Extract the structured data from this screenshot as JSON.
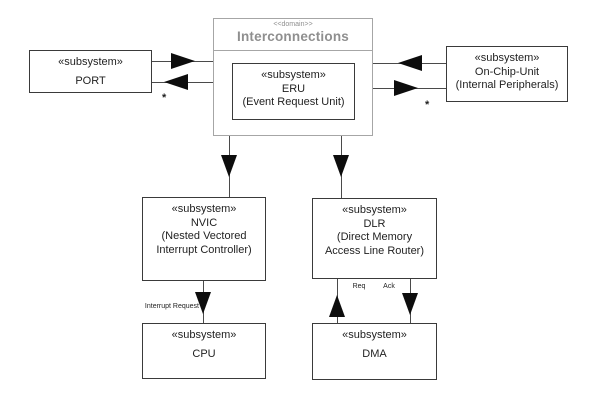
{
  "domain": {
    "stereotype": "<<domain>>",
    "title": "Interconnections"
  },
  "nodes": {
    "eru": {
      "stereotype": "«subsystem»",
      "name": "ERU",
      "lines": [
        "(Event Request Unit)"
      ]
    },
    "port": {
      "stereotype": "«subsystem»",
      "name": "PORT",
      "lines": []
    },
    "onchip": {
      "stereotype": "«subsystem»",
      "name": "On-Chip-Unit",
      "lines": [
        "(Internal Peripherals)"
      ]
    },
    "nvic": {
      "stereotype": "«subsystem»",
      "name": "NVIC",
      "lines": [
        "(Nested Vectored",
        "Interrupt Controller)"
      ]
    },
    "dlr": {
      "stereotype": "«subsystem»",
      "name": "DLR",
      "lines": [
        "(Direct Memory",
        "Access Line Router)"
      ]
    },
    "cpu": {
      "stereotype": "«subsystem»",
      "name": "CPU",
      "lines": []
    },
    "dma": {
      "stereotype": "«subsystem»",
      "name": "DMA",
      "lines": []
    }
  },
  "edge_labels": {
    "port_multiplicity": "*",
    "onchip_multiplicity": "*",
    "interrupt_request": "Interrupt Request",
    "req": "Req",
    "ack": "Ack"
  },
  "colors": {
    "background": "#ffffff",
    "box_border": "#3a3a3a",
    "domain_border": "#a6a6a6",
    "domain_text": "#8f8f8f",
    "line": "#4a4a4a",
    "arrow": "#0d0d0d",
    "text": "#1f1f1f"
  }
}
